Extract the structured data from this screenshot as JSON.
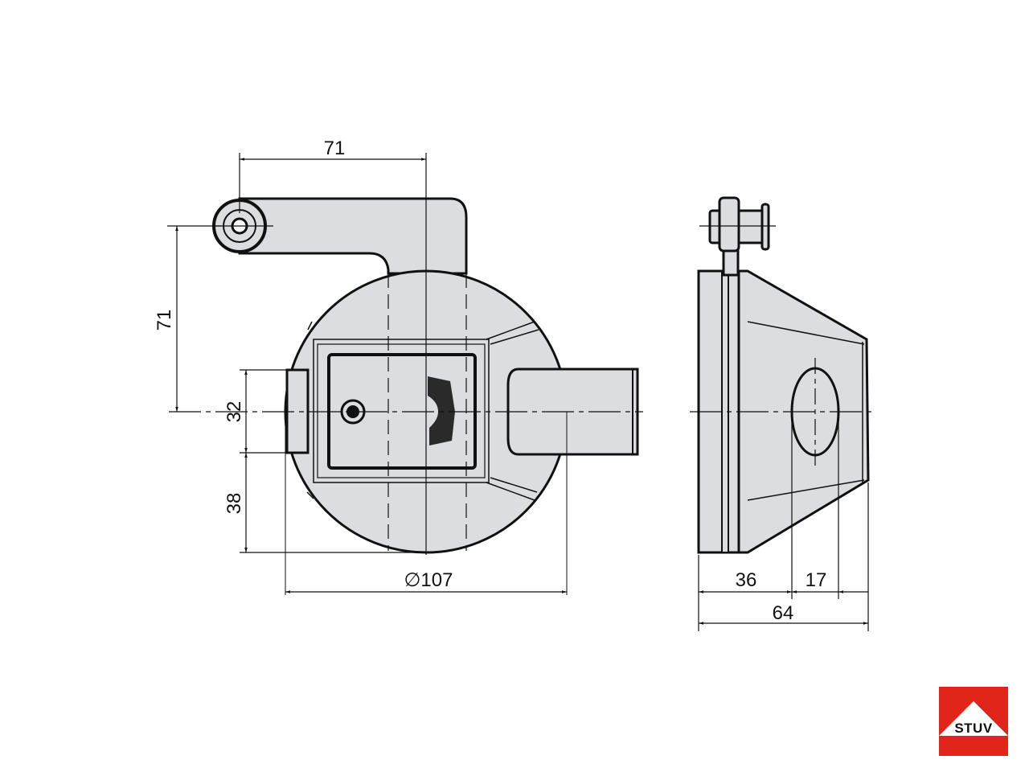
{
  "drawing": {
    "front_view": {
      "dim_arm_horizontal": "71",
      "dim_arm_vertical": "71",
      "dim_tab_height": "32",
      "dim_lower": "38",
      "dim_diameter": "∅107"
    },
    "side_view": {
      "dim_plate": "36",
      "dim_offset": "17",
      "dim_total_depth": "64"
    }
  },
  "logo": {
    "text": "STUV",
    "color": "#e1251b"
  },
  "colors": {
    "fill": "#dcdde0",
    "line": "#111111"
  }
}
